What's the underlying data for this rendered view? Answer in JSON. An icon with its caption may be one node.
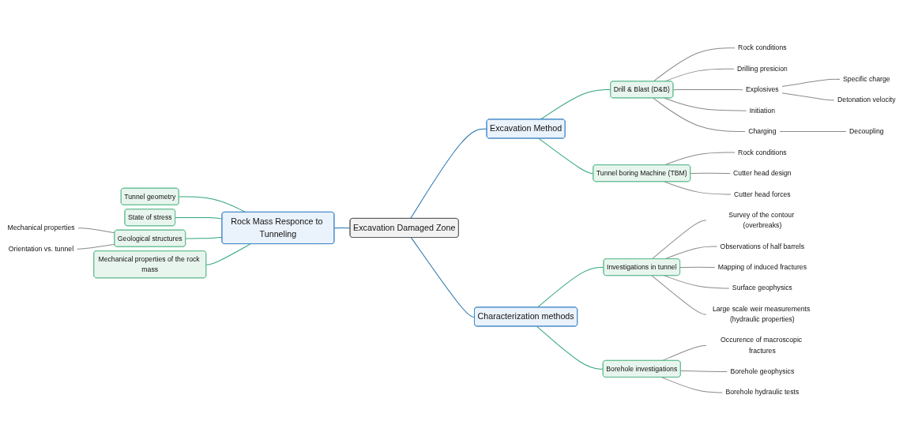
{
  "diagram": {
    "nodes": [
      {
        "text": [
          "Mechanical properties"
        ]
      },
      {
        "text": [
          "Orientation vs. tunnel"
        ]
      },
      {
        "text": [
          "Tunnel geometry"
        ]
      },
      {
        "text": [
          "State of stress"
        ]
      },
      {
        "text": [
          "Geological structures"
        ]
      },
      {
        "text": [
          "Mechanical properties of the rock mass"
        ]
      },
      {
        "text": [
          "Rock Mass Responce to Tunneling"
        ]
      },
      {
        "text": [
          "Excavation Damaged Zone"
        ]
      },
      {
        "text": [
          "Excavation Method"
        ]
      },
      {
        "text": [
          "Drill & Blast (D&B)"
        ]
      },
      {
        "text": [
          "Rock conditions"
        ]
      },
      {
        "text": [
          "Drilling presicion"
        ]
      },
      {
        "text": [
          "Explosives"
        ]
      },
      {
        "text": [
          "Specific charge"
        ]
      },
      {
        "text": [
          "Detonation velocity"
        ]
      },
      {
        "text": [
          "Initiation"
        ]
      },
      {
        "text": [
          "Charging"
        ]
      },
      {
        "text": [
          "Decoupling"
        ]
      },
      {
        "text": [
          "Tunnel boring Machine (TBM)"
        ]
      },
      {
        "text": [
          "Rock conditions"
        ]
      },
      {
        "text": [
          "Cutter head design"
        ]
      },
      {
        "text": [
          "Cutter head forces"
        ]
      },
      {
        "text": [
          "Characterization methods"
        ]
      },
      {
        "text": [
          "Investigations in tunnel"
        ]
      },
      {
        "text": [
          "Survey of the contour (overbreaks)"
        ]
      },
      {
        "text": [
          "Observations of half barrels"
        ]
      },
      {
        "text": [
          "Mapping of induced fractures"
        ]
      },
      {
        "text": [
          "Surface geophysics"
        ]
      },
      {
        "text": [
          "Large scale weir measurements (hydraulic properties)"
        ]
      },
      {
        "text": [
          "Borehole investigations"
        ]
      },
      {
        "text": [
          "Occurence of macroscopic fractures"
        ]
      },
      {
        "text": [
          "Borehole geophysics"
        ]
      },
      {
        "text": [
          "Borehole hydraulic tests"
        ]
      }
    ],
    "edges": [
      {
        "from": 0,
        "to": 4,
        "arrow": "none"
      },
      {
        "from": 1,
        "to": 4,
        "arrow": "none"
      },
      {
        "from": 2,
        "to": 6,
        "arrow": "none",
        "color": "#2fa57a"
      },
      {
        "from": 3,
        "to": 6,
        "arrow": "none",
        "color": "#2fa57a"
      },
      {
        "from": 4,
        "to": 6,
        "arrow": "none",
        "color": "#2fa57a"
      },
      {
        "from": 5,
        "to": 6,
        "arrow": "none",
        "color": "#2fa57a"
      },
      {
        "from": 6,
        "to": 7,
        "arrow": "none",
        "color": "#1f6fa8"
      },
      {
        "from": 7,
        "to": 8,
        "arrow": "none",
        "color": "#1f6fa8"
      },
      {
        "from": 8,
        "to": 9,
        "arrow": "none",
        "color": "#2fa57a"
      },
      {
        "from": 9,
        "to": 10,
        "arrow": "none"
      },
      {
        "from": 9,
        "to": 11,
        "arrow": "none"
      },
      {
        "from": 9,
        "to": 12,
        "arrow": "none"
      },
      {
        "from": 12,
        "to": 13,
        "arrow": "none"
      },
      {
        "from": 12,
        "to": 14,
        "arrow": "none"
      },
      {
        "from": 9,
        "to": 15,
        "arrow": "none"
      },
      {
        "from": 9,
        "to": 16,
        "arrow": "none"
      },
      {
        "from": 16,
        "to": 17,
        "arrow": "none"
      },
      {
        "from": 8,
        "to": 18,
        "arrow": "none",
        "color": "#2fa57a"
      },
      {
        "from": 18,
        "to": 19,
        "arrow": "none"
      },
      {
        "from": 18,
        "to": 20,
        "arrow": "none"
      },
      {
        "from": 18,
        "to": 21,
        "arrow": "none"
      },
      {
        "from": 7,
        "to": 22,
        "arrow": "none",
        "color": "#1f6fa8"
      },
      {
        "from": 22,
        "to": 23,
        "arrow": "none",
        "color": "#2fa57a"
      },
      {
        "from": 23,
        "to": 24,
        "arrow": "none"
      },
      {
        "from": 23,
        "to": 25,
        "arrow": "none"
      },
      {
        "from": 23,
        "to": 26,
        "arrow": "none"
      },
      {
        "from": 23,
        "to": 27,
        "arrow": "none"
      },
      {
        "from": 23,
        "to": 28,
        "arrow": "none"
      },
      {
        "from": 22,
        "to": 29,
        "arrow": "none",
        "color": "#2fa57a"
      },
      {
        "from": 29,
        "to": 30,
        "arrow": "none"
      },
      {
        "from": 29,
        "to": 31,
        "arrow": "none"
      },
      {
        "from": 29,
        "to": 32,
        "arrow": "none"
      }
    ]
  }
}
